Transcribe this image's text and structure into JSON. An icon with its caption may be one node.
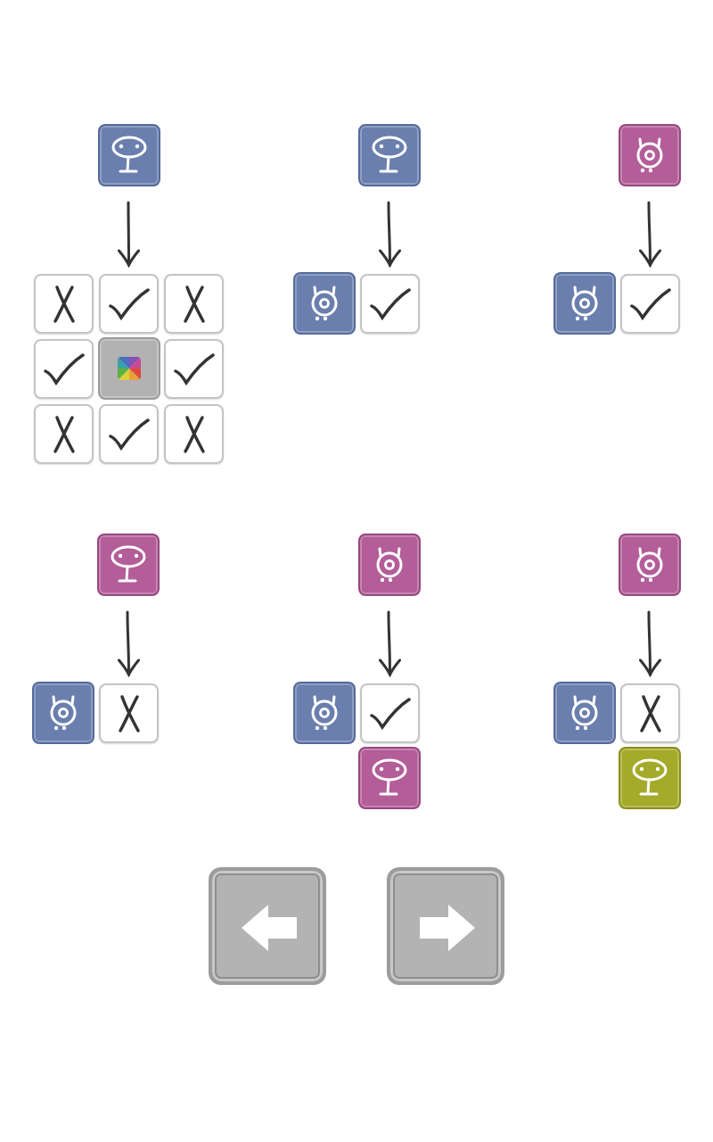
{
  "diagram": {
    "nodes": [
      {
        "text": [],
        "shape": "box"
      },
      {
        "text": [],
        "shape": "box"
      },
      {
        "text": [],
        "shape": "box"
      },
      {
        "text": [],
        "shape": "box"
      },
      {
        "text": [],
        "shape": "box"
      },
      {
        "text": [],
        "shape": "box"
      },
      {
        "text": [],
        "shape": "box"
      },
      {
        "text": [],
        "shape": "box"
      },
      {
        "text": [],
        "shape": "box"
      },
      {
        "text": [],
        "shape": "box"
      },
      {
        "text": [],
        "shape": "box"
      },
      {
        "text": [],
        "shape": "box"
      },
      {
        "text": [],
        "shape": "box"
      },
      {
        "text": [],
        "shape": "box"
      },
      {
        "text": [],
        "shape": "box"
      },
      {
        "text": [],
        "shape": "box"
      },
      {
        "text": [],
        "shape": "box"
      },
      {
        "text": [],
        "shape": "box"
      },
      {
        "text": [],
        "shape": "box"
      },
      {
        "text": [],
        "shape": "box"
      },
      {
        "text": [],
        "shape": "box"
      },
      {
        "text": [],
        "shape": "box"
      },
      {
        "text": [],
        "shape": "box"
      },
      {
        "text": [],
        "shape": "box"
      },
      {
        "text": [],
        "shape": "box"
      },
      {
        "text": [],
        "shape": "box"
      },
      {
        "text": [],
        "shape": "box"
      },
      {
        "text": [],
        "shape": "box"
      },
      {
        "text": [],
        "shape": "box"
      }
    ],
    "edges": [
      {
        "from": 0,
        "to": 2,
        "arrow": "to"
      },
      {
        "from": 10,
        "to": 12,
        "arrow": "to"
      },
      {
        "from": 13,
        "to": 15,
        "arrow": "to"
      },
      {
        "from": 16,
        "to": 18,
        "arrow": "to"
      },
      {
        "from": 19,
        "to": 21,
        "arrow": "to"
      },
      {
        "from": 23,
        "to": 25,
        "arrow": "to"
      }
    ]
  }
}
